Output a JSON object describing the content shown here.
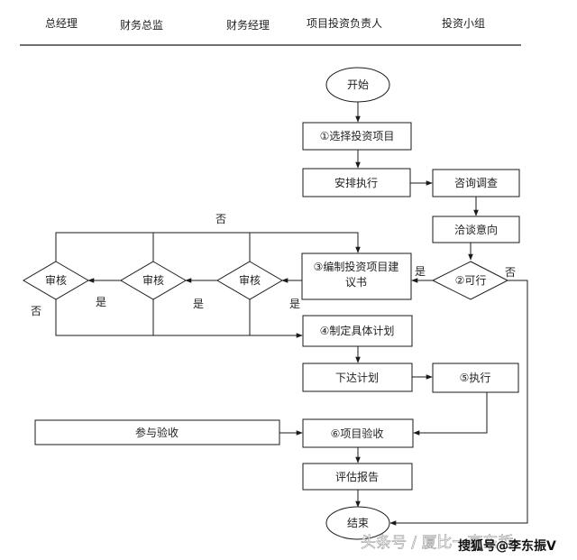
{
  "columns": {
    "gm": "总经理",
    "cfo": "财务总监",
    "fm": "财务经理",
    "pm": "项目投资负责人",
    "group": "投资小组"
  },
  "nodes": {
    "start": "开始",
    "select": "①选择投资项目",
    "arrange": "安排执行",
    "consult": "咨询调查",
    "negotiate": "洽谈意向",
    "feasible": "②可行",
    "proposal_line1": "③编制投资项目建",
    "proposal_line2": "议书",
    "review1": "审核",
    "review2": "审核",
    "review3": "审核",
    "plan": "④制定具体计划",
    "issue": "下达计划",
    "execute": "⑤执行",
    "participate": "参与验收",
    "acceptance": "⑥项目验收",
    "report": "评估报告",
    "end": "结束"
  },
  "labels": {
    "yes_feasible": "是",
    "no_feasible": "否",
    "no_top": "否",
    "no_left": "否",
    "yes_r1": "是",
    "yes_r2": "是",
    "yes_r3": "是"
  },
  "watermark": {
    "left": "头条号 / 厦比一高东哲",
    "right": "搜狐号@李东振V"
  },
  "colors": {
    "line": "#1a1a1a",
    "fill": "#ffffff",
    "text": "#222222"
  }
}
